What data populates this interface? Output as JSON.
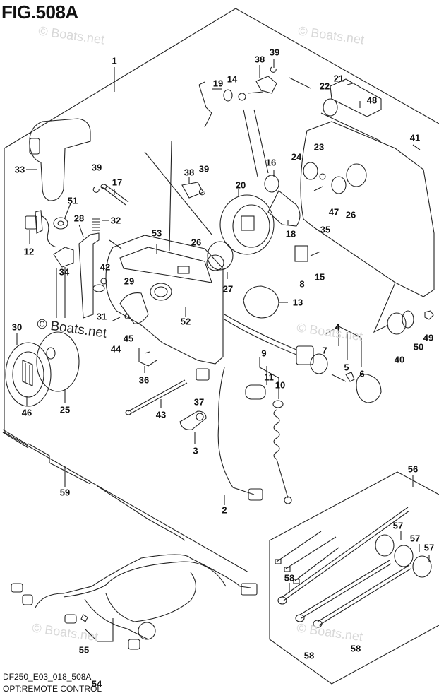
{
  "figure": {
    "title": "FIG.508A",
    "code": "DF250_E03_018_508A",
    "caption": "OPT:REMOTE CONTROL"
  },
  "watermark": "© Boats.net",
  "callouts": [
    {
      "id": "1",
      "label": "1"
    },
    {
      "id": "2",
      "label": "2"
    },
    {
      "id": "3",
      "label": "3"
    },
    {
      "id": "4",
      "label": "4"
    },
    {
      "id": "5",
      "label": "5"
    },
    {
      "id": "6",
      "label": "6"
    },
    {
      "id": "7",
      "label": "7"
    },
    {
      "id": "8",
      "label": "8"
    },
    {
      "id": "9",
      "label": "9"
    },
    {
      "id": "10",
      "label": "10"
    },
    {
      "id": "11",
      "label": "11"
    },
    {
      "id": "12",
      "label": "12"
    },
    {
      "id": "13",
      "label": "13"
    },
    {
      "id": "14",
      "label": "14"
    },
    {
      "id": "15",
      "label": "15"
    },
    {
      "id": "16",
      "label": "16"
    },
    {
      "id": "17",
      "label": "17"
    },
    {
      "id": "18",
      "label": "18"
    },
    {
      "id": "19",
      "label": "19"
    },
    {
      "id": "20",
      "label": "20"
    },
    {
      "id": "21",
      "label": "21"
    },
    {
      "id": "22",
      "label": "22"
    },
    {
      "id": "23",
      "label": "23"
    },
    {
      "id": "24",
      "label": "24"
    },
    {
      "id": "25",
      "label": "25"
    },
    {
      "id": "26a",
      "label": "26"
    },
    {
      "id": "26b",
      "label": "26"
    },
    {
      "id": "27",
      "label": "27"
    },
    {
      "id": "28",
      "label": "28"
    },
    {
      "id": "29",
      "label": "29"
    },
    {
      "id": "30",
      "label": "30"
    },
    {
      "id": "31",
      "label": "31"
    },
    {
      "id": "32",
      "label": "32"
    },
    {
      "id": "33",
      "label": "33"
    },
    {
      "id": "34",
      "label": "34"
    },
    {
      "id": "35",
      "label": "35"
    },
    {
      "id": "36",
      "label": "36"
    },
    {
      "id": "37",
      "label": "37"
    },
    {
      "id": "38a",
      "label": "38"
    },
    {
      "id": "38b",
      "label": "38"
    },
    {
      "id": "39a",
      "label": "39"
    },
    {
      "id": "39b",
      "label": "39"
    },
    {
      "id": "39c",
      "label": "39"
    },
    {
      "id": "40",
      "label": "40"
    },
    {
      "id": "41",
      "label": "41"
    },
    {
      "id": "42",
      "label": "42"
    },
    {
      "id": "43",
      "label": "43"
    },
    {
      "id": "44",
      "label": "44"
    },
    {
      "id": "45",
      "label": "45"
    },
    {
      "id": "46",
      "label": "46"
    },
    {
      "id": "47",
      "label": "47"
    },
    {
      "id": "48",
      "label": "48"
    },
    {
      "id": "49",
      "label": "49"
    },
    {
      "id": "50",
      "label": "50"
    },
    {
      "id": "51",
      "label": "51"
    },
    {
      "id": "52",
      "label": "52"
    },
    {
      "id": "53",
      "label": "53"
    },
    {
      "id": "54",
      "label": "54"
    },
    {
      "id": "55",
      "label": "55"
    },
    {
      "id": "56",
      "label": "56"
    },
    {
      "id": "57a",
      "label": "57"
    },
    {
      "id": "57b",
      "label": "57"
    },
    {
      "id": "57c",
      "label": "57"
    },
    {
      "id": "58a",
      "label": "58"
    },
    {
      "id": "58b",
      "label": "58"
    },
    {
      "id": "58c",
      "label": "58"
    },
    {
      "id": "59",
      "label": "59"
    }
  ]
}
